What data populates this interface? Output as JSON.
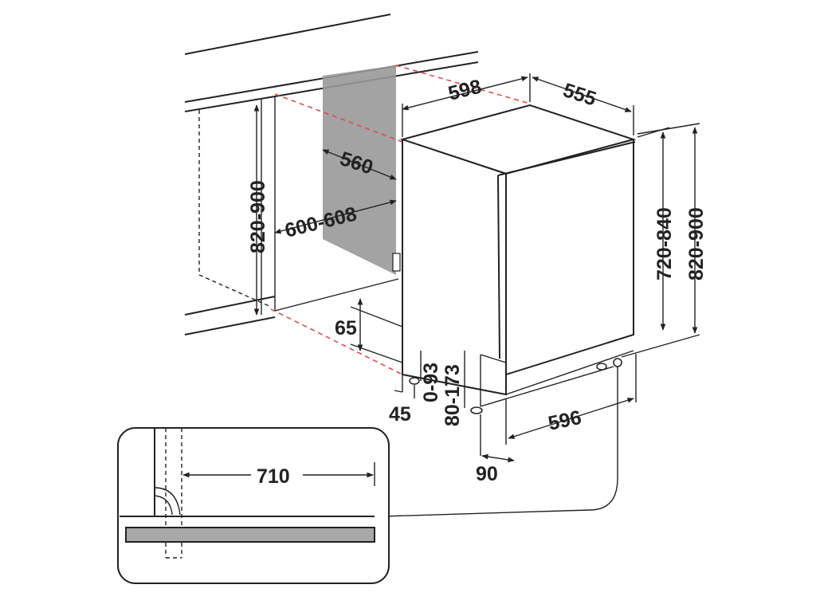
{
  "dimensions": {
    "niche_height": "820-900",
    "niche_width": "600-608",
    "niche_depth": "560",
    "appliance_width": "598",
    "appliance_depth": "555",
    "door_height": "720-840",
    "total_height": "820-900",
    "plinth_height": "65",
    "gap_left": "45",
    "door_bottom_range": "0-93",
    "plinth_range": "80-173",
    "base_width": "596",
    "foot_offset": "90",
    "detail_length": "710"
  },
  "colors": {
    "line": "#222222",
    "cutout_hatch": "#999999",
    "red_guides": "#e04a4a",
    "detail_bar": "#a8a8a8"
  }
}
